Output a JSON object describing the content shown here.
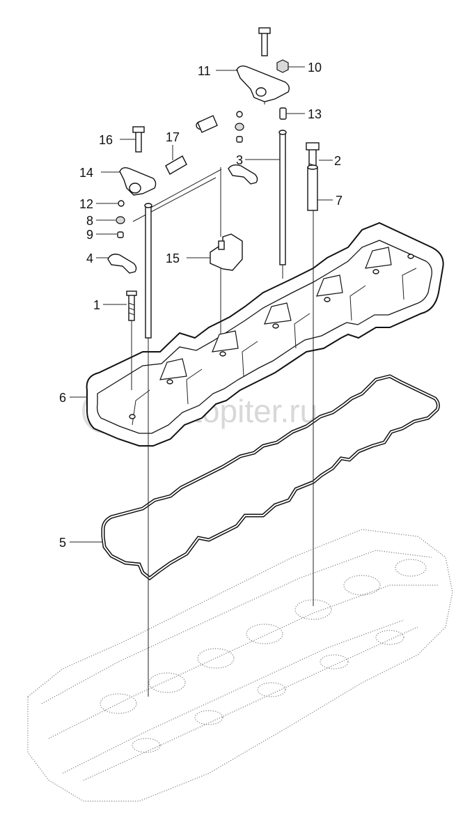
{
  "watermark": "autopiter.ru",
  "callouts": [
    {
      "id": "1",
      "label": "1"
    },
    {
      "id": "2",
      "label": "2"
    },
    {
      "id": "3",
      "label": "3"
    },
    {
      "id": "4",
      "label": "4"
    },
    {
      "id": "5",
      "label": "5"
    },
    {
      "id": "6",
      "label": "6"
    },
    {
      "id": "7",
      "label": "7"
    },
    {
      "id": "8",
      "label": "8"
    },
    {
      "id": "9",
      "label": "9"
    },
    {
      "id": "10",
      "label": "10"
    },
    {
      "id": "11",
      "label": "11"
    },
    {
      "id": "12",
      "label": "12"
    },
    {
      "id": "13",
      "label": "13"
    },
    {
      "id": "14",
      "label": "14"
    },
    {
      "id": "15",
      "label": "15"
    },
    {
      "id": "16",
      "label": "16"
    },
    {
      "id": "17",
      "label": "17"
    }
  ]
}
